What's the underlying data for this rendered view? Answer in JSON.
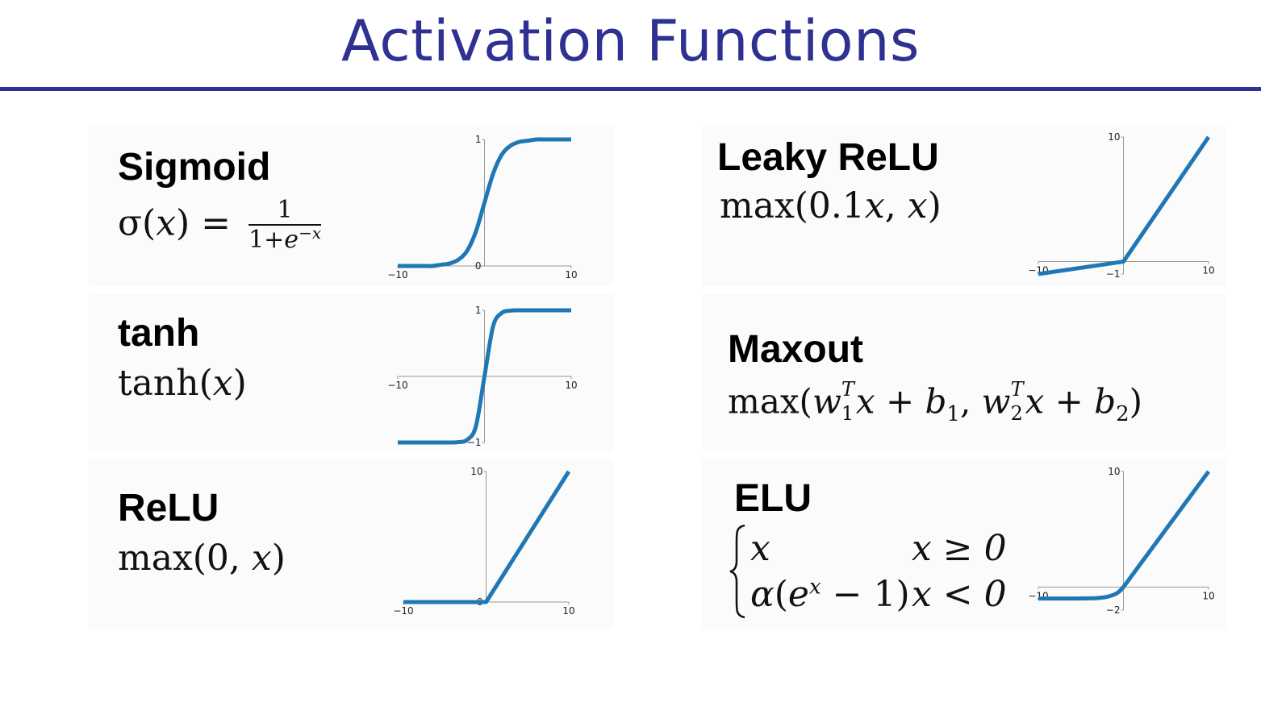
{
  "slide": {
    "title": "Activation Functions"
  },
  "functions": {
    "sigmoid": {
      "name": "Sigmoid",
      "lhs": "σ(",
      "x": "x",
      "rhs": ") =",
      "num": "1",
      "den_prefix": "1+",
      "den_e": "e",
      "den_exp": "−x"
    },
    "tanh": {
      "name": "tanh",
      "formula_fn": "tanh(",
      "x": "x",
      "close": ")"
    },
    "relu": {
      "name": "ReLU",
      "formula_fn": "max(0, ",
      "x": "x",
      "close": ")"
    },
    "leaky_relu": {
      "name": "Leaky ReLU",
      "formula_fn": "max(0.1",
      "x1": "x",
      "mid": ", ",
      "x2": "x",
      "close": ")"
    },
    "maxout": {
      "name": "Maxout",
      "pre": "max(",
      "w": "w",
      "T": "T",
      "s1": "1",
      "x": "x",
      "plus": " + ",
      "b": "b",
      "comma": ", ",
      "s2": "2",
      "close": ")"
    },
    "elu": {
      "name": "ELU",
      "case1_expr": "x",
      "case1_cond": "x ≥ 0",
      "case2_alpha": "α",
      "case2_open": "(",
      "case2_e": "e",
      "case2_exp": "x",
      "case2_rest": " − 1)",
      "case2_cond": "x < 0"
    }
  },
  "colors": {
    "title": "#2e3192",
    "curve": "#1f77b4",
    "axis": "#999999"
  },
  "chart_data": [
    {
      "id": "sigmoid",
      "type": "line",
      "title": "Sigmoid",
      "xlim": [
        -10,
        10
      ],
      "ylim": [
        0,
        1
      ],
      "smooth": true,
      "xticks": [
        "−10",
        "10"
      ],
      "yticks": [
        "0",
        "1"
      ],
      "x": [
        -10,
        -9,
        -8,
        -7,
        -6,
        -5,
        -4,
        -3,
        -2,
        -1,
        0,
        1,
        2,
        3,
        4,
        5,
        6,
        7,
        8,
        9,
        10
      ],
      "y": [
        0,
        0,
        0,
        0,
        0,
        0.01,
        0.02,
        0.05,
        0.12,
        0.27,
        0.5,
        0.73,
        0.88,
        0.95,
        0.98,
        0.99,
        1,
        1,
        1,
        1,
        1
      ]
    },
    {
      "id": "tanh",
      "type": "line",
      "title": "tanh",
      "xlim": [
        -10,
        10
      ],
      "ylim": [
        -1,
        1
      ],
      "smooth": true,
      "xticks": [
        "−10",
        "10"
      ],
      "yticks": [
        "−1",
        "1"
      ],
      "x": [
        -10,
        -9,
        -8,
        -7,
        -6,
        -5,
        -4,
        -3,
        -2,
        -1,
        0,
        1,
        2,
        3,
        4,
        5,
        6,
        7,
        8,
        9,
        10
      ],
      "y": [
        -1,
        -1,
        -1,
        -1,
        -1,
        -1,
        -1,
        -0.995,
        -0.96,
        -0.76,
        0,
        0.76,
        0.96,
        0.995,
        1,
        1,
        1,
        1,
        1,
        1,
        1
      ]
    },
    {
      "id": "relu",
      "type": "line",
      "title": "ReLU",
      "xlim": [
        -10,
        10
      ],
      "ylim": [
        0,
        10
      ],
      "smooth": false,
      "xticks": [
        "−10",
        "10"
      ],
      "yticks": [
        "0",
        "10"
      ],
      "x": [
        -10,
        0,
        10
      ],
      "y": [
        0,
        0,
        10
      ]
    },
    {
      "id": "leaky_relu",
      "type": "line",
      "title": "Leaky ReLU",
      "xlim": [
        -10,
        10
      ],
      "ylim": [
        -1,
        10
      ],
      "smooth": false,
      "xticks": [
        "−10",
        "10"
      ],
      "yticks": [
        "−1",
        "10"
      ],
      "x": [
        -10,
        0,
        10
      ],
      "y": [
        -1,
        0,
        10
      ]
    },
    {
      "id": "elu",
      "type": "line",
      "title": "ELU",
      "xlim": [
        -10,
        10
      ],
      "ylim": [
        -2,
        10
      ],
      "smooth": true,
      "xticks": [
        "−10",
        "10"
      ],
      "yticks": [
        "−2",
        "10"
      ],
      "x": [
        -10,
        -8,
        -6,
        -5,
        -4,
        -3,
        -2,
        -1,
        -0.5,
        0,
        1,
        2,
        4,
        6,
        8,
        10
      ],
      "y": [
        -1,
        -1,
        -1,
        -0.99,
        -0.98,
        -0.95,
        -0.86,
        -0.63,
        -0.39,
        0,
        1,
        2,
        4,
        6,
        8,
        10
      ]
    }
  ]
}
